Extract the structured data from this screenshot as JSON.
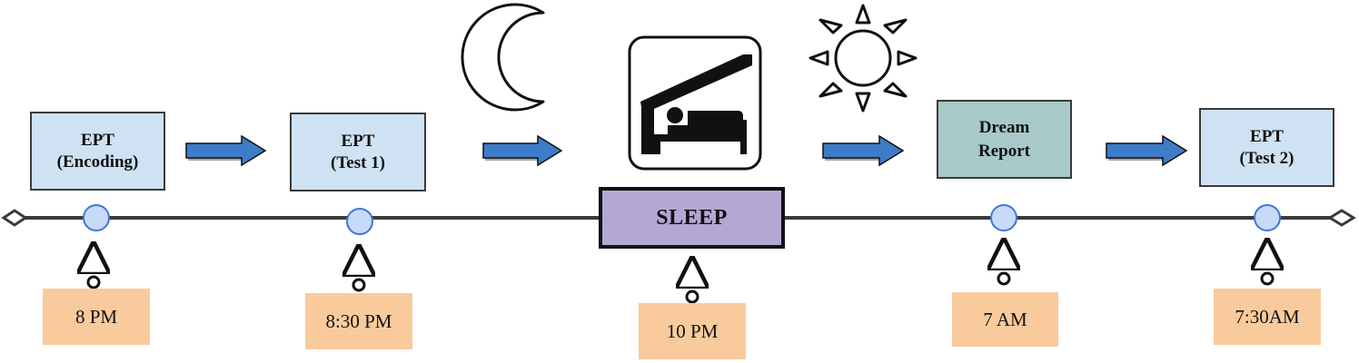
{
  "tasks": {
    "encoding": {
      "line1": "EPT",
      "line2": "(Encoding)"
    },
    "test1": {
      "line1": "EPT",
      "line2": "(Test 1)"
    },
    "dream": {
      "line1": "Dream",
      "line2": "Report"
    },
    "test2": {
      "line1": "EPT",
      "line2": "(Test 2)"
    }
  },
  "sleep_label": "SLEEP",
  "times": [
    "8 PM",
    "8:30 PM",
    "10 PM",
    "7 AM",
    "7:30AM"
  ],
  "icons": [
    "moon-icon",
    "bed-shelter-icon",
    "sun-icon",
    "arrow-right-icon",
    "pin-arrow-icon"
  ],
  "colors": {
    "task_fill": "#cfe2f3",
    "dream_fill": "#a8c9c9",
    "sleep_fill": "#b4a7d6",
    "time_fill": "#f9cb9c",
    "arrow_fill": "#3d7cc9",
    "node_fill": "#c9daf8",
    "line": "#3a3a3a"
  }
}
